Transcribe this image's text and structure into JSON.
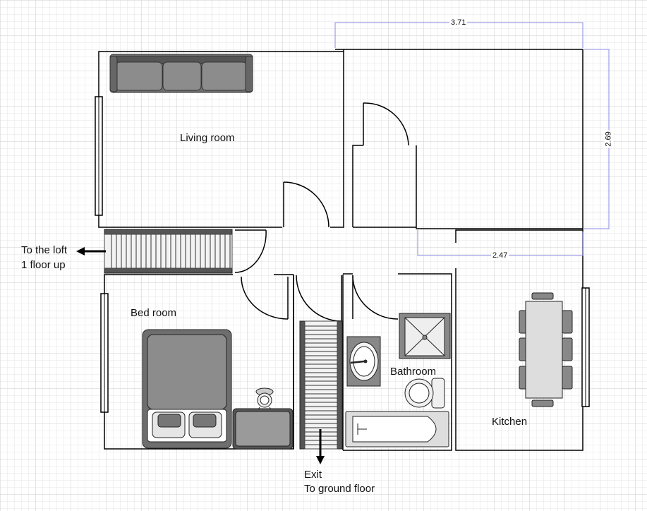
{
  "rooms": {
    "living": "Living room",
    "bed": "Bed room",
    "bath": "Bathroom",
    "kitchen": "Kitchen"
  },
  "annotations": {
    "loft_line1": "To the loft",
    "loft_line2": "1 floor up",
    "exit_line1": "Exit",
    "exit_line2": "To ground floor"
  },
  "dimensions": {
    "width_top": "3.71",
    "height_right": "2.69",
    "width_kitchen": "2.47"
  },
  "colors": {
    "grid_minor": "#e6e6e6",
    "grid_major": "#c9c9c9",
    "wall": "#000000",
    "dimension_line": "#8a8ae6",
    "furniture_dark": "#6e6e6e",
    "furniture_mid": "#9a9a9a",
    "furniture_light": "#d9d9d9"
  }
}
